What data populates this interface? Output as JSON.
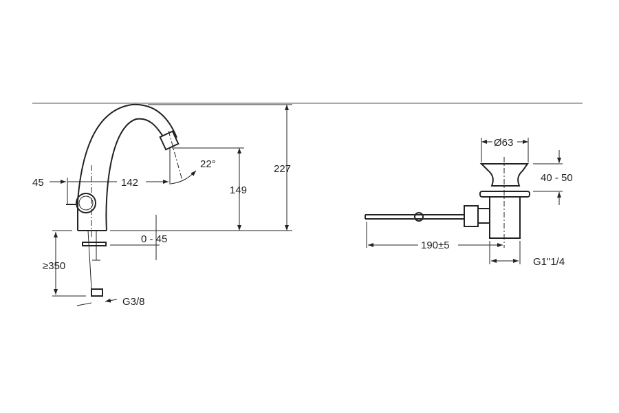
{
  "faucet": {
    "height_total": "227",
    "spout_height": "149",
    "spout_reach": "142",
    "lever_offset": "45",
    "spout_angle": "22°",
    "deck_thickness": "0 - 45",
    "hose_length": "≥350",
    "connection": "G3/8"
  },
  "drain": {
    "flange_diameter": "Ø63",
    "height_range": "40 - 50",
    "rod_length": "190±5",
    "thread": "G1\"1/4"
  }
}
